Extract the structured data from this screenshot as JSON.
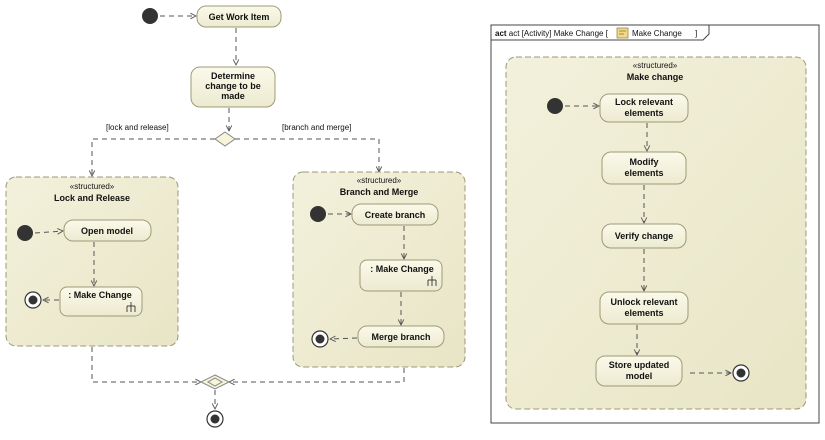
{
  "left_diagram": {
    "start_action": "Get Work Item",
    "decision_action": [
      "Determine",
      "change to be",
      "made"
    ],
    "guard_left": "[lock and release]",
    "guard_right": "[branch and merge]",
    "lock_region": {
      "stereotype": "«structured»",
      "title": "Lock and Release",
      "action_open": "Open model",
      "action_call": ": Make Change"
    },
    "branch_region": {
      "stereotype": "«structured»",
      "title": "Branch and Merge",
      "action_create": "Create branch",
      "action_call": ": Make Change",
      "action_merge": "Merge branch"
    }
  },
  "right_diagram": {
    "frame_label_prefix": "act [Activity] Make Change [",
    "frame_label_name": "Make Change",
    "frame_label_suffix": "]",
    "region_stereotype": "«structured»",
    "region_title": "Make change",
    "actions": [
      [
        "Lock relevant",
        "elements"
      ],
      [
        "Modify",
        "elements"
      ],
      [
        "Verify change"
      ],
      [
        "Unlock relevant",
        "elements"
      ],
      [
        "Store updated",
        "model"
      ]
    ]
  },
  "colors": {
    "node_fill": "#f6f4d9",
    "node_stroke": "#9e9a78",
    "region_fill": "#eeecd0",
    "region_stroke": "#9c9878",
    "edge": "#555555",
    "initial": "#333333"
  }
}
